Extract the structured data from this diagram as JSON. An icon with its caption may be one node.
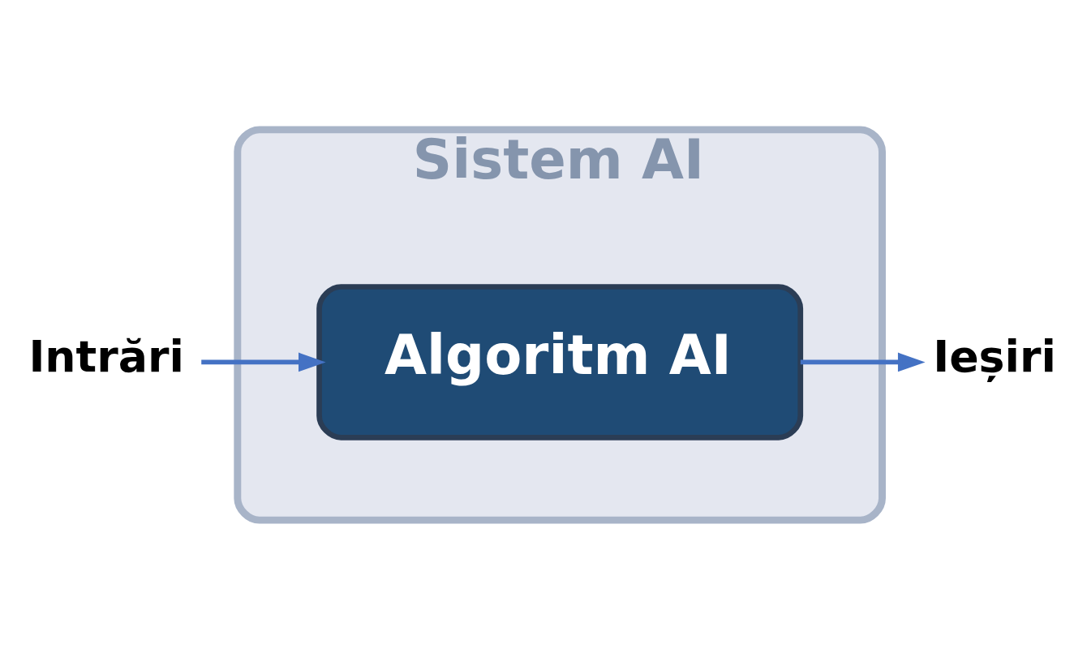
{
  "diagram": {
    "nodes": [
      {
        "text": [
          "Sistem AI"
        ]
      },
      {
        "text": [
          "Intrări"
        ]
      },
      {
        "text": [
          "Algoritm AI"
        ],
        "in": 0
      },
      {
        "text": [
          "Ieșiri"
        ]
      }
    ],
    "edges": [
      {
        "from": 1,
        "to": 2,
        "arrow": "to"
      },
      {
        "from": 2,
        "to": 3,
        "arrow": "to"
      }
    ]
  }
}
